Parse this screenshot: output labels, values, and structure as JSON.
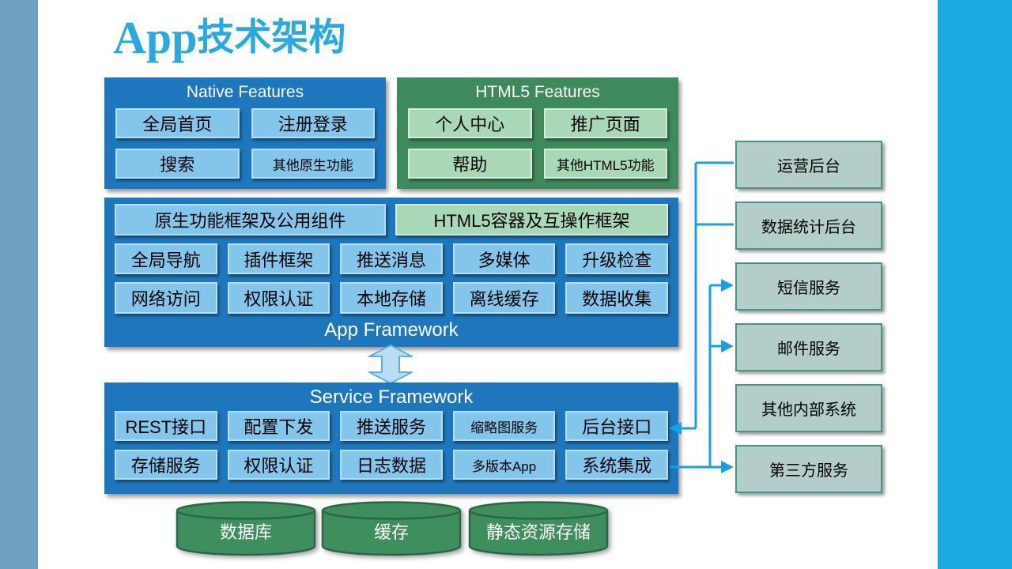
{
  "title": {
    "prefix": "App",
    "suffix": "技术架构"
  },
  "native_features": {
    "header": "Native Features",
    "items": [
      "全局首页",
      "注册登录",
      "搜索",
      "其他原生功能"
    ]
  },
  "html5_features": {
    "header": "HTML5 Features",
    "items": [
      "个人中心",
      "推广页面",
      "帮助",
      "其他HTML5功能"
    ]
  },
  "app_framework": {
    "label": "App Framework",
    "top_row": [
      "原生功能框架及公用组件",
      "HTML5容器及互操作框架"
    ],
    "row2": [
      "全局导航",
      "插件框架",
      "推送消息",
      "多媒体",
      "升级检查"
    ],
    "row3": [
      "网络访问",
      "权限认证",
      "本地存储",
      "离线缓存",
      "数据收集"
    ]
  },
  "service_framework": {
    "label": "Service Framework",
    "row1": [
      "REST接口",
      "配置下发",
      "推送服务",
      "缩略图服务",
      "后台接口"
    ],
    "row2": [
      "存储服务",
      "权限认证",
      "日志数据",
      "多版本App",
      "系统集成"
    ]
  },
  "storage_cylinders": [
    "数据库",
    "缓存",
    "静态资源存储"
  ],
  "external_systems": [
    "运营后台",
    "数据统计后台",
    "短信服务",
    "邮件服务",
    "其他内部系统",
    "第三方服务"
  ],
  "colors": {
    "title": "#29A9E1",
    "panel_blue": "#1E76BC",
    "panel_green": "#3E8A5C",
    "subbox_blue": "#84C5EC",
    "subbox_green": "#A9D8B8",
    "side_box": "#B3CEC8",
    "side_box_border": "#4D908C",
    "cylinder_green": "#3E8E5E",
    "connector_blue": "#18A0E0",
    "left_bar": "#6FA0C1",
    "right_bar": "#1CAAE2"
  }
}
